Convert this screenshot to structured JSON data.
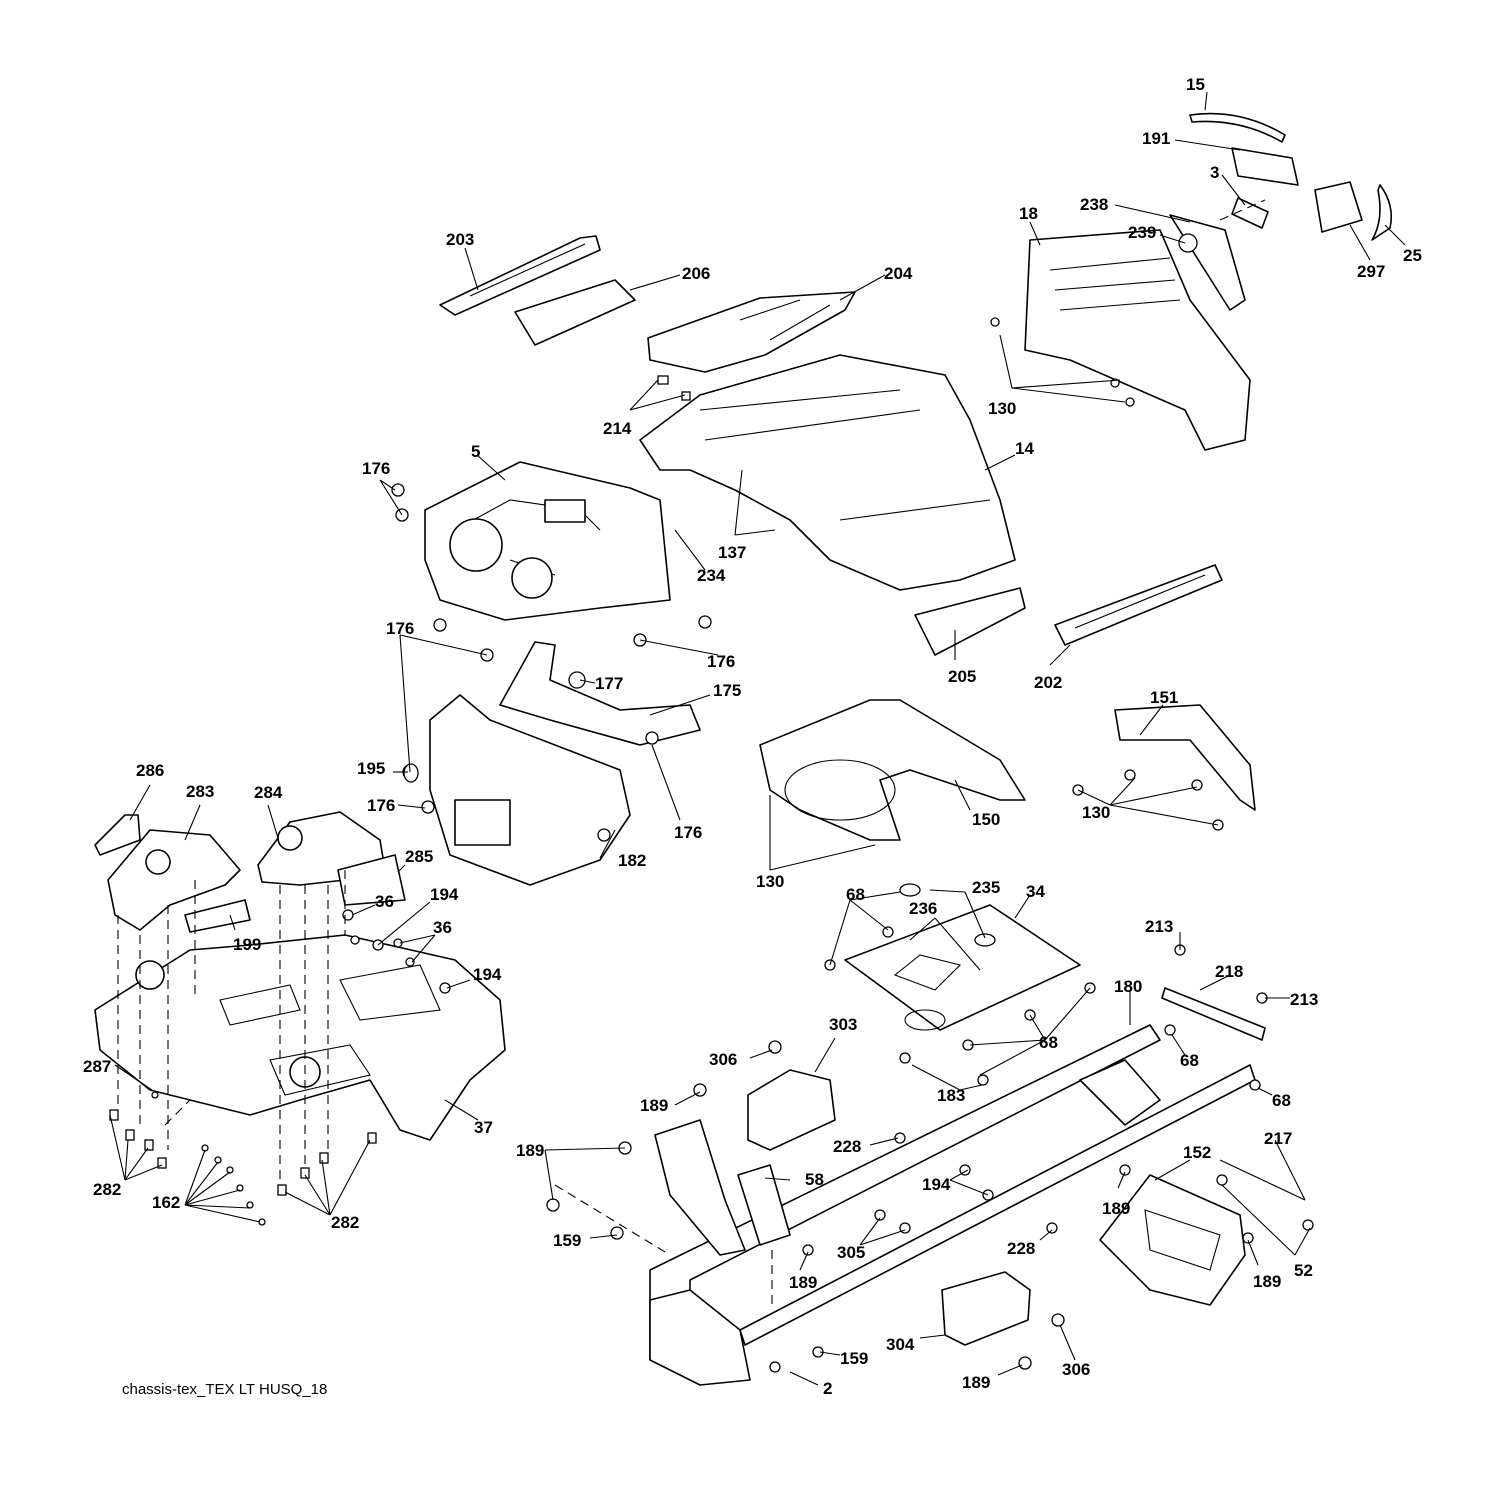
{
  "caption": "chassis-tex_TEX LT HUSQ_18",
  "labels": [
    "15",
    "191",
    "3",
    "25",
    "297",
    "238",
    "239",
    "18",
    "203",
    "206",
    "204",
    "214",
    "130",
    "5",
    "176",
    "14",
    "137",
    "234",
    "176",
    "176",
    "176",
    "177",
    "175",
    "205",
    "202",
    "151",
    "195",
    "176",
    "176",
    "182",
    "150",
    "130",
    "130",
    "286",
    "283",
    "284",
    "285",
    "199",
    "36",
    "194",
    "36",
    "194",
    "68",
    "235",
    "236",
    "34",
    "213",
    "218",
    "213",
    "180",
    "303",
    "306",
    "68",
    "68",
    "183",
    "68",
    "287",
    "37",
    "189",
    "228",
    "217",
    "189",
    "58",
    "194",
    "152",
    "282",
    "162",
    "282",
    "159",
    "305",
    "189",
    "228",
    "189",
    "189",
    "52",
    "304",
    "159",
    "306",
    "189",
    "2"
  ]
}
